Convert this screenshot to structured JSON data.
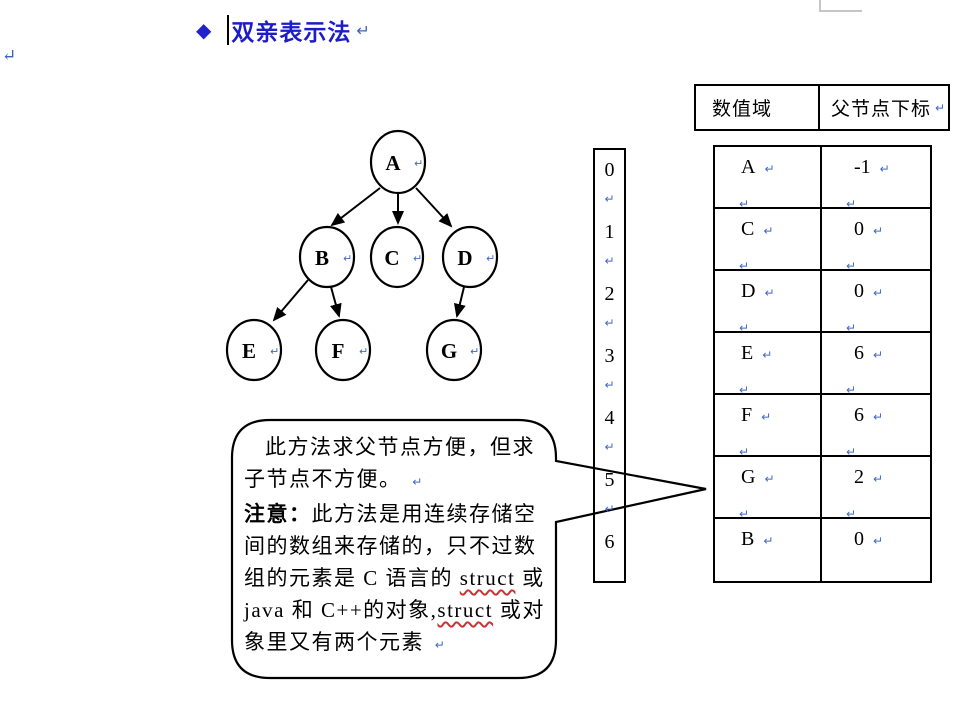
{
  "page": {
    "top_left_mark": "↵"
  },
  "title": {
    "bullet": "◆",
    "text": "双亲表示法",
    "mark": "↵"
  },
  "tree": {
    "node_mark": "↵",
    "nodes": [
      {
        "label": "A"
      },
      {
        "label": "B"
      },
      {
        "label": "C"
      },
      {
        "label": "D"
      },
      {
        "label": "E"
      },
      {
        "label": "F"
      },
      {
        "label": "G"
      }
    ],
    "edges": [
      {
        "from": "A",
        "to": "B"
      },
      {
        "from": "A",
        "to": "C"
      },
      {
        "from": "A",
        "to": "D"
      },
      {
        "from": "B",
        "to": "E"
      },
      {
        "from": "B",
        "to": "F"
      },
      {
        "from": "D",
        "to": "G"
      }
    ]
  },
  "index_column": {
    "values": [
      "0",
      "1",
      "2",
      "3",
      "4",
      "5",
      "6"
    ],
    "mark": "↵"
  },
  "header_table": {
    "value_field": "数值域",
    "parent_field": "父节点下标",
    "mark": "↵"
  },
  "parent_table": {
    "mark": "↵",
    "rows": [
      {
        "value": "A",
        "parent": "-1"
      },
      {
        "value": "C",
        "parent": "0"
      },
      {
        "value": "D",
        "parent": "0"
      },
      {
        "value": "E",
        "parent": "6"
      },
      {
        "value": "F",
        "parent": "6"
      },
      {
        "value": "G",
        "parent": "2"
      },
      {
        "value": "B",
        "parent": "0"
      }
    ]
  },
  "callout": {
    "line1": "此方法求父节点方便，但求",
    "line2": "子节点不方便。",
    "line3_bold": "注意：",
    "line3_rest": "此方法是用连续存储空",
    "line4": "间的数组来存储的，只不过数",
    "line5_pre": "组的元素是 C 语言的 ",
    "line5_struct": "struct",
    "line5_post": " 或",
    "line6_pre": "java 和 C++的对象,",
    "line6_struct": "struct",
    "line6_post": " 或对",
    "line7": "象里又有两个元素",
    "mark": "↵"
  },
  "colors": {
    "title_blue": "#1c1cc8",
    "bullet_blue": "#2222cc",
    "paragraph_mark_blue": "#4169c8",
    "wavy_underline_red": "#cc3333",
    "line_black": "#000000",
    "corner_gray": "#c6c6c6"
  }
}
